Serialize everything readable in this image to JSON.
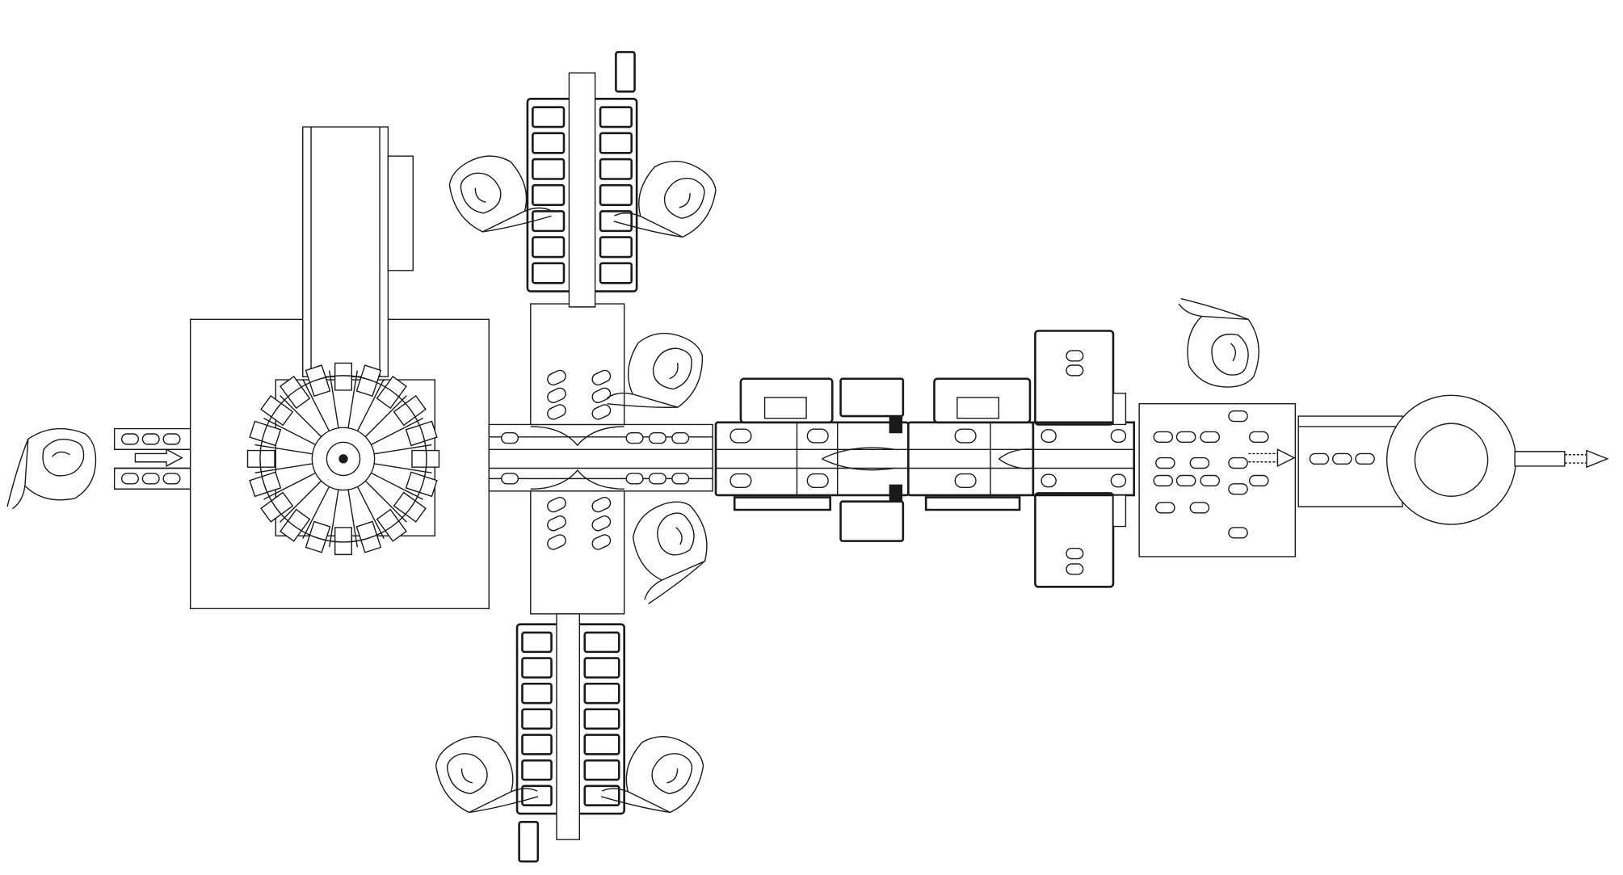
{
  "colors": {
    "background": "#ffffff",
    "stroke": "#1a1a1a"
  },
  "components": [
    {
      "icon": "operator-icon",
      "count": 8
    },
    {
      "icon": "rotary-filler-icon",
      "count": 1
    },
    {
      "icon": "rack-conveyor-icon",
      "count": 2
    },
    {
      "icon": "sealing-module-icon",
      "count": 2
    },
    {
      "icon": "accumulation-table-icon",
      "count": 1
    },
    {
      "icon": "turntable-icon",
      "count": 1
    },
    {
      "icon": "flow-arrow-icon",
      "count": 3
    }
  ]
}
